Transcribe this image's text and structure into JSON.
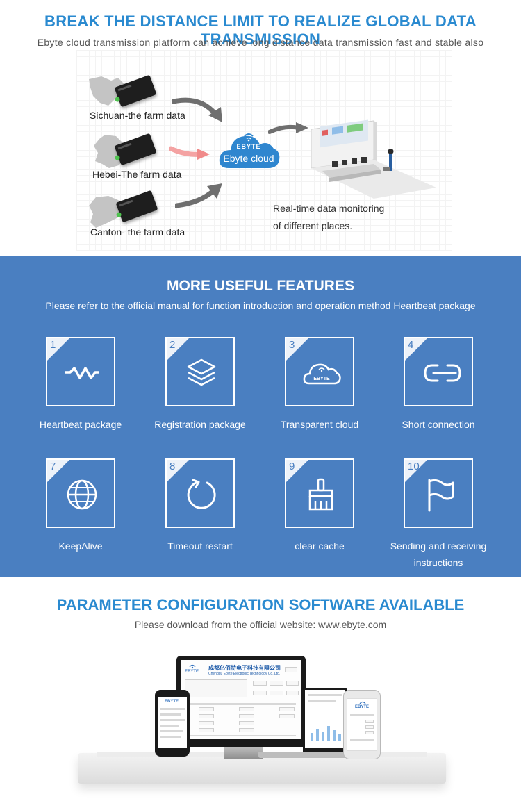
{
  "section1": {
    "title": "BREAK THE DISTANCE LIMIT TO REALIZE GLOBAL DATA TRANSMISSION",
    "subtitle": "Ebyte cloud transmission platform can achieve long distance data transmission fast and stable also",
    "sources": [
      {
        "label": "Sichuan-the farm data"
      },
      {
        "label": "Hebei-The farm data"
      },
      {
        "label": "Canton- the farm data"
      }
    ],
    "cloud": {
      "brand": "EBYTE",
      "label": "Ebyte cloud"
    },
    "monitor_text_line1": "Real-time data monitoring",
    "monitor_text_line2": "of different places."
  },
  "section2": {
    "title": "MORE USEFUL FEATURES",
    "subtitle": "Please refer to the official manual for function introduction and operation method Heartbeat package",
    "features": [
      {
        "number": "1",
        "label": "Heartbeat package",
        "icon": "heartbeat-wave-icon"
      },
      {
        "number": "2",
        "label": "Registration package",
        "icon": "layers-icon"
      },
      {
        "number": "3",
        "label": "Transparent cloud",
        "icon": "cloud-icon"
      },
      {
        "number": "4",
        "label": "Short connection",
        "icon": "link-icon"
      },
      {
        "number": "7",
        "label": "KeepAlive",
        "icon": "globe-icon"
      },
      {
        "number": "8",
        "label": "Timeout restart",
        "icon": "restart-icon"
      },
      {
        "number": "9",
        "label": "clear cache",
        "icon": "brush-icon"
      },
      {
        "number": "10",
        "label_line1": "Sending and receiving",
        "label_line2": "instructions",
        "icon": "flag-icon"
      }
    ],
    "cloud_icon_text": "EBYTE"
  },
  "section3": {
    "title": "PARAMETER CONFIGURATION SOFTWARE AVAILABLE",
    "subtitle": "Please download from the official website: www.ebyte.com",
    "software_title": "成都亿佰特电子科技有限公司",
    "software_subtitle": "Chengdu Ebyte Electronic Technology Co.,Ltd.",
    "software_brand": "EBYTE"
  },
  "colors": {
    "accent": "#2a8ad0",
    "feature_bg": "#4a7fc1"
  }
}
